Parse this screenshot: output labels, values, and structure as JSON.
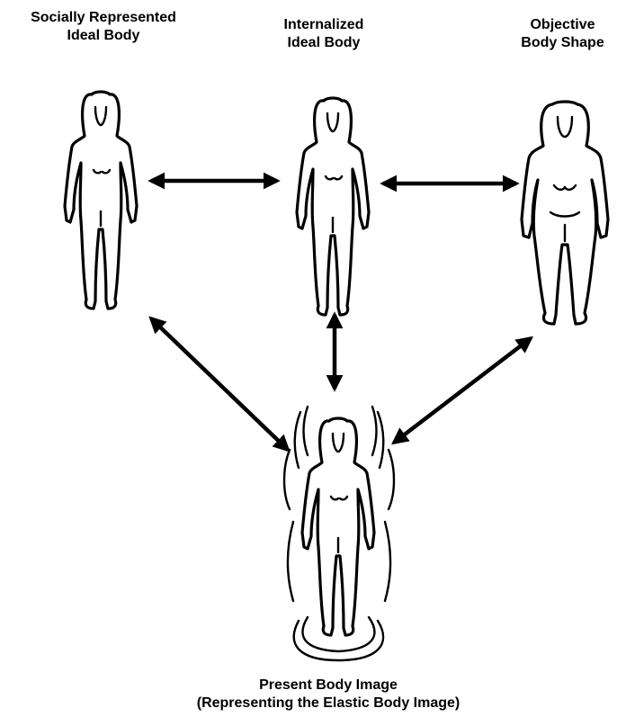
{
  "labels": {
    "socially_represented": {
      "line1": "Socially Represented",
      "line2": "Ideal Body"
    },
    "internalized": {
      "line1": "Internalized",
      "line2": "Ideal Body"
    },
    "objective": {
      "line1": "Objective",
      "line2": "Body Shape"
    },
    "present": {
      "line1": "Present Body Image",
      "line2": "(Representing the Elastic Body Image)"
    }
  },
  "colors": {
    "line": "#000000",
    "background": "#ffffff"
  }
}
